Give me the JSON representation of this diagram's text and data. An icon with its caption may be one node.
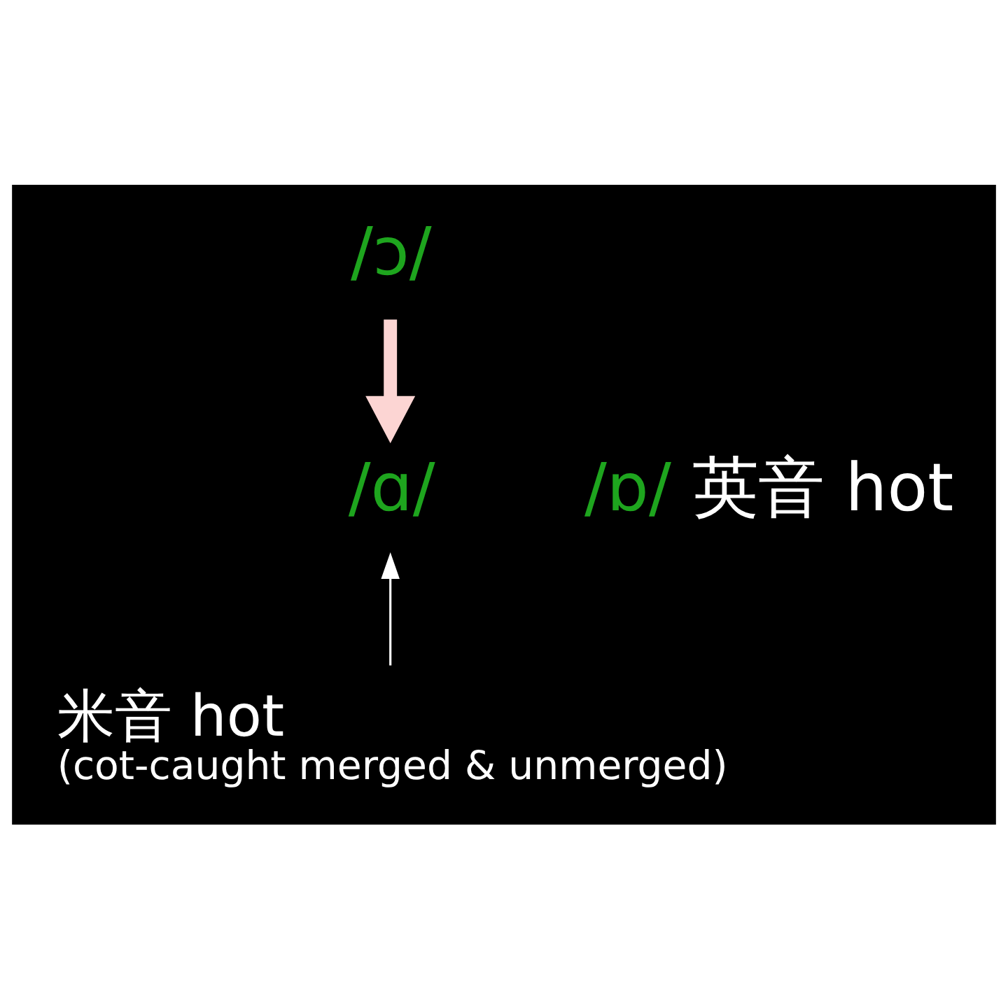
{
  "diagram": {
    "nodes": [
      {
        "text": [
          "/ɔ/"
        ]
      },
      {
        "text": [
          "/ɑ/"
        ]
      },
      {
        "text": [
          "/ɒ/"
        ],
        "beside": [
          "英音 hot"
        ]
      },
      {
        "text": [
          "米音 hot",
          "(cot-caught merged & unmerged)"
        ]
      }
    ],
    "edges": [
      {
        "from": 0,
        "to": 1,
        "arrow": "to",
        "style": "thick",
        "color": "#fcd5d3"
      },
      {
        "from": 3,
        "to": 1,
        "arrow": "to"
      }
    ]
  }
}
